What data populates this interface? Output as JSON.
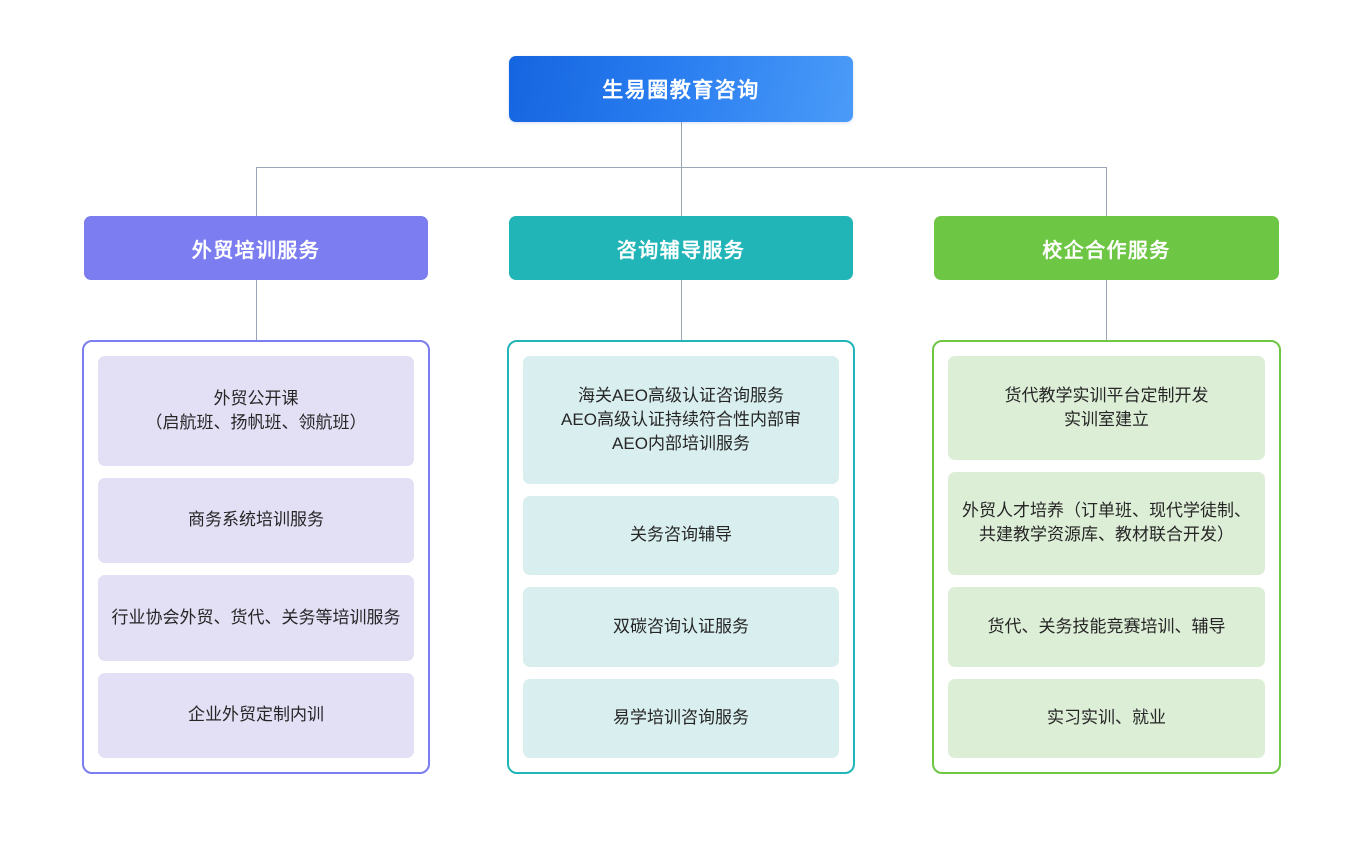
{
  "chart_data": {
    "type": "diagram",
    "title": "生易圈教育咨询 组织服务架构图",
    "layout": "top-down organizational tree, 1 root, 3 branches",
    "root": "生易圈教育咨询",
    "branches": [
      {
        "label": "外贸培训服务",
        "color": "#7b7df0",
        "item_color": "#e3dff5",
        "items": [
          "外贸公开课\n（启航班、扬帆班、领航班）",
          "商务系统培训服务",
          "行业协会外贸、货代、关务等培训服务",
          "企业外贸定制内训"
        ]
      },
      {
        "label": "咨询辅导服务",
        "color": "#22b5b8",
        "item_color": "#d9eeee",
        "items": [
          "海关AEO高级认证咨询服务\nAEO高级认证持续符合性内部审\nAEO内部培训服务",
          "关务咨询辅导",
          "双碳咨询认证服务",
          "易学培训咨询服务"
        ]
      },
      {
        "label": "校企合作服务",
        "color": "#6dc744",
        "item_color": "#ddeed7",
        "items": [
          "货代教学实训平台定制开发\n实训室建立",
          "外贸人才培养（订单班、现代学徒制、共建教学资源库、教材联合开发）",
          "货代、关务技能竞赛培训、辅导",
          "实习实训、就业"
        ]
      }
    ]
  },
  "root": {
    "label": "生易圈教育咨询",
    "gradient_from": "#1565e0",
    "gradient_to": "#4a9bf8"
  },
  "columns": [
    {
      "header": "外贸培训服务",
      "header_color": "#7b7df0",
      "border_color": "#7b7df0",
      "item_bg": "#e3dff5",
      "items": [
        "外贸公开课\n（启航班、扬帆班、领航班）",
        "商务系统培训服务",
        "行业协会外贸、货代、关务等培训服务",
        "企业外贸定制内训"
      ]
    },
    {
      "header": "咨询辅导服务",
      "header_color": "#22b5b8",
      "border_color": "#22b5b8",
      "item_bg": "#d9eeee",
      "items": [
        "海关AEO高级认证咨询服务\nAEO高级认证持续符合性内部审\nAEO内部培训服务",
        "关务咨询辅导",
        "双碳咨询认证服务",
        "易学培训咨询服务"
      ]
    },
    {
      "header": "校企合作服务",
      "header_color": "#6dc744",
      "border_color": "#6dc744",
      "item_bg": "#ddeed7",
      "items": [
        "货代教学实训平台定制开发\n实训室建立",
        "外贸人才培养（订单班、现代学徒制、共建教学资源库、教材联合开发）",
        "货代、关务技能竞赛培训、辅导",
        "实习实训、就业"
      ]
    }
  ],
  "connectors": {
    "line_color": "#9aa6b6"
  }
}
